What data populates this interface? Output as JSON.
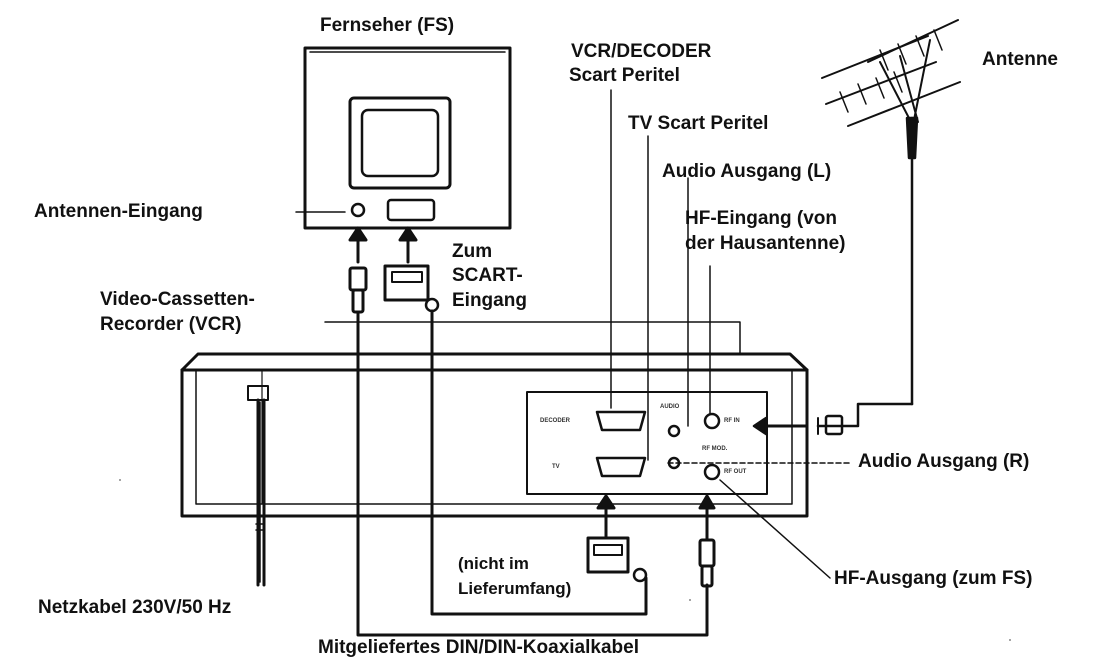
{
  "labels": {
    "tv_title": "Fernseher (FS)",
    "vcr_decoder_line1": "VCR/DECODER",
    "vcr_decoder_line2": "Scart Peritel",
    "antenna": "Antenne",
    "tv_scart": "TV Scart Peritel",
    "audio_out_left": "Audio Ausgang (L)",
    "hf_input_line1": "HF-Eingang (von",
    "hf_input_line2": "der Hausantenne)",
    "antenna_input": "Antennen-Eingang",
    "to_scart_line1": "Zum",
    "to_scart_line2": "SCART-",
    "to_scart_line3": "Eingang",
    "vcr_line1": "Video-Cassetten-",
    "vcr_line2": "Recorder (VCR)",
    "audio_out_right": "Audio Ausgang (R)",
    "not_included_line1": "(nicht im",
    "not_included_line2": "Lieferumfang)",
    "hf_output": "HF-Ausgang (zum FS)",
    "power_cable": "Netzkabel 230V/50 Hz",
    "coax_cable": "Mitgeliefertes DIN/DIN-Koaxialkabel"
  },
  "panel_text": {
    "scart_top_label": "DECODER",
    "scart_bottom_label": "TV",
    "audio_label": "AUDIO",
    "rf_in": "RF IN",
    "rf_out": "RF OUT",
    "rf_mod": "RF MOD."
  },
  "colors": {
    "ink": "#111111",
    "paper": "#ffffff"
  }
}
